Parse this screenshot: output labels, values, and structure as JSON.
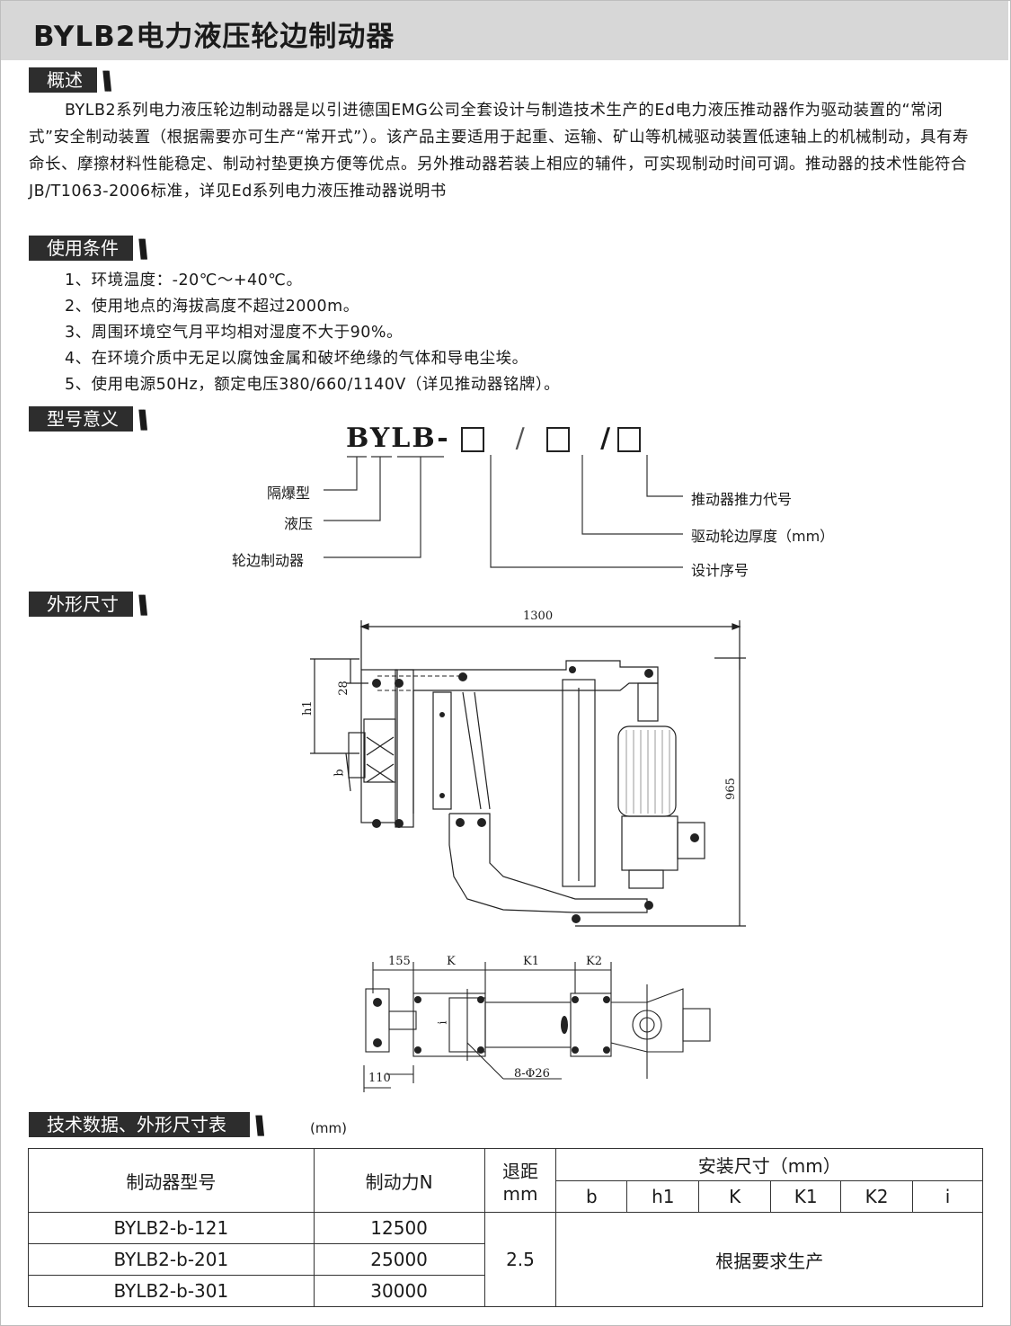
{
  "title": "BYLB2电力液压轮边制动器",
  "sections": {
    "overview": {
      "label": "概述",
      "text": "BYLB2系列电力液压轮边制动器是以引进德国EMG公司全套设计与制造技术生产的Ed电力液压推动器作为驱动装置的“常闭式”安全制动装置（根据需要亦可生产“常开式”）。该产品主要适用于起重、运输、矿山等机械驱动装置低速轴上的机械制动，具有寿命长、摩擦材料性能稳定、制动衬垫更换方便等优点。另外推动器若装上相应的辅件，可实现制动时间可调。推动器的技术性能符合JB/T1063-2006标准，详见Ed系列电力液压推动器说明书"
    },
    "conditions": {
      "label": "使用条件",
      "items": [
        "1、环境温度：-20℃～+40℃。",
        "2、使用地点的海拔高度不超过2000m。",
        "3、周围环境空气月平均相对湿度不大于90%。",
        "4、在环境介质中无足以腐蚀金属和破坏绝缘的气体和导电尘埃。",
        "5、使用电源50Hz，额定电压380/660/1140V（详见推动器铭牌）。"
      ]
    },
    "model_meaning": {
      "label": "型号意义",
      "code_prefix": "BYLB-",
      "separator1": "/",
      "separator2": "/",
      "left_labels": [
        "隔爆型",
        "液压",
        "轮边制动器"
      ],
      "right_labels": [
        "推动器推力代号",
        "驱动轮边厚度（mm）",
        "设计序号"
      ]
    },
    "dimensions": {
      "label": "外形尺寸",
      "front_view": {
        "width": "1300",
        "height": "965",
        "h1": "h1",
        "d28": "28",
        "b": "b"
      },
      "top_view": {
        "d155": "155",
        "K": "K",
        "K1": "K1",
        "K2": "K2",
        "i": "i",
        "d110": "110",
        "holes": "8-Φ26"
      }
    },
    "table": {
      "label": "技术数据、外形尺寸表",
      "unit": "(mm)",
      "headers": {
        "model": "制动器型号",
        "force": "制动力N",
        "retreat": "退距",
        "retreat_unit": "mm",
        "install": "安装尺寸（mm）",
        "sub": [
          "b",
          "h1",
          "K",
          "K1",
          "K2",
          "i"
        ]
      },
      "rows": [
        {
          "model": "BYLB2-b-121",
          "force": "12500"
        },
        {
          "model": "BYLB2-b-201",
          "force": "25000"
        },
        {
          "model": "BYLB2-b-301",
          "force": "30000"
        }
      ],
      "retreat_value": "2.5",
      "install_note": "根据要求生产"
    }
  }
}
